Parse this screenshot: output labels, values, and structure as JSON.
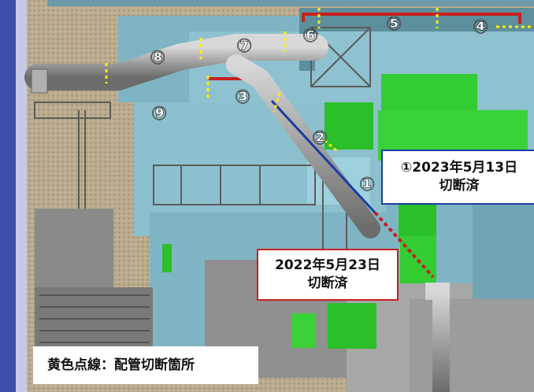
{
  "markers": [
    {
      "id": "1",
      "label": "①"
    },
    {
      "id": "2",
      "label": "②"
    },
    {
      "id": "3",
      "label": "③"
    },
    {
      "id": "4",
      "label": "④"
    },
    {
      "id": "5",
      "label": "⑤"
    },
    {
      "id": "6",
      "label": "⑥"
    },
    {
      "id": "7",
      "label": "⑦"
    },
    {
      "id": "8",
      "label": "⑧"
    },
    {
      "id": "9",
      "label": "⑨"
    }
  ],
  "callouts": {
    "cut_2023": {
      "line1": "①2023年5月13日",
      "line2": "切断済",
      "border_color": "#1a3fa0"
    },
    "cut_2022": {
      "line1": "2022年5月23日",
      "line2": "切断済",
      "border_color": "#c8201e"
    }
  },
  "legend": {
    "text": "黄色点線：配管切断箇所",
    "dash_color": "#ffee00"
  },
  "colors": {
    "ground": "#b8a98a",
    "building": "#7fb4c4",
    "building_dark": "#4f8a9c",
    "green_block": "#33cc33",
    "pipe": "#a8a8a8",
    "red_pipe": "#c8201e",
    "blue_line": "#1a3fa0"
  }
}
